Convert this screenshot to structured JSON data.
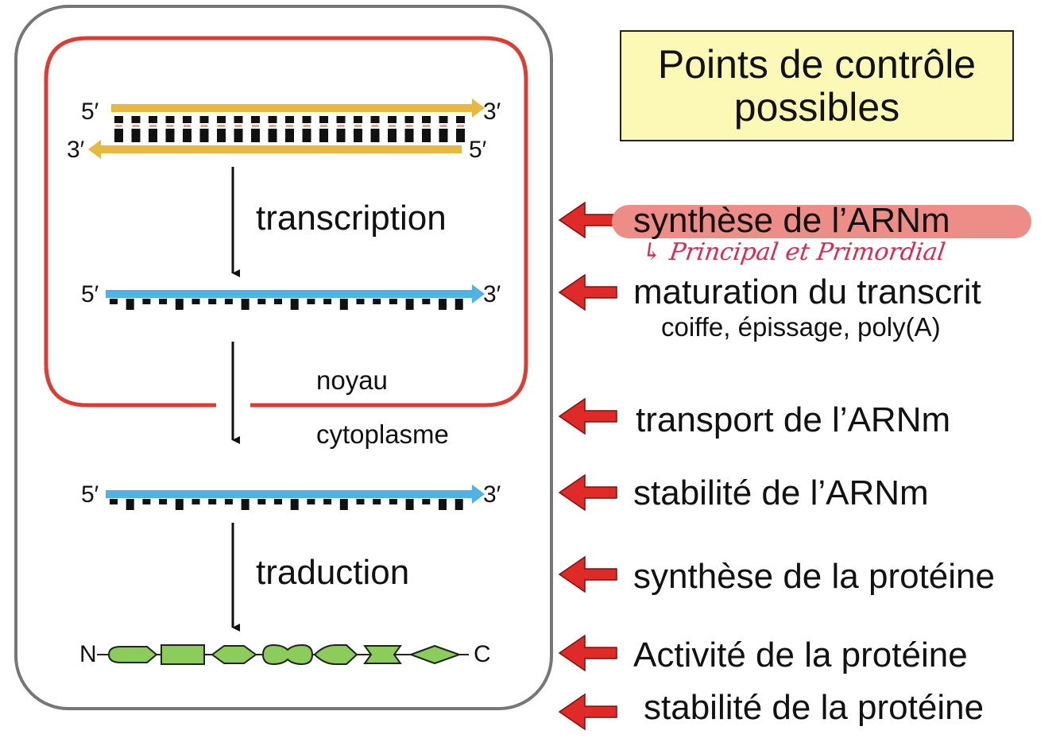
{
  "title": {
    "line1": "Points de contrôle",
    "line2": "possibles"
  },
  "strand_ends": {
    "five": "5′",
    "three": "3′",
    "n": "N",
    "c": "C"
  },
  "steps": {
    "transcription": "transcription",
    "traduction": "traduction"
  },
  "compartments": {
    "noyau": "noyau",
    "cytoplasme": "cytoplasme"
  },
  "control_points": [
    {
      "label": "synthèse de l’ARNm",
      "sub": "",
      "highlighted": true
    },
    {
      "label": "maturation du transcrit",
      "sub": "coiffe, épissage, poly(A)"
    },
    {
      "label": "transport de l’ARNm",
      "sub": ""
    },
    {
      "label": "stabilité de l’ARNm",
      "sub": ""
    },
    {
      "label": "synthèse de la protéine",
      "sub": ""
    },
    {
      "label": "Activité de la protéine",
      "sub": ""
    },
    {
      "label": "stabilité de la protéine",
      "sub": ""
    }
  ],
  "annotation": "↳ Principal et Primordial",
  "colors": {
    "nucleus_border": "#e03a32",
    "cell_border": "#777777",
    "dna_strand": "#e9b840",
    "rna_strand": "#4fb2e6",
    "protein": "#8ccc5a",
    "arrow": "#e02a28",
    "title_bg": "#fbf9b5",
    "highlight": "#ee8d88"
  }
}
